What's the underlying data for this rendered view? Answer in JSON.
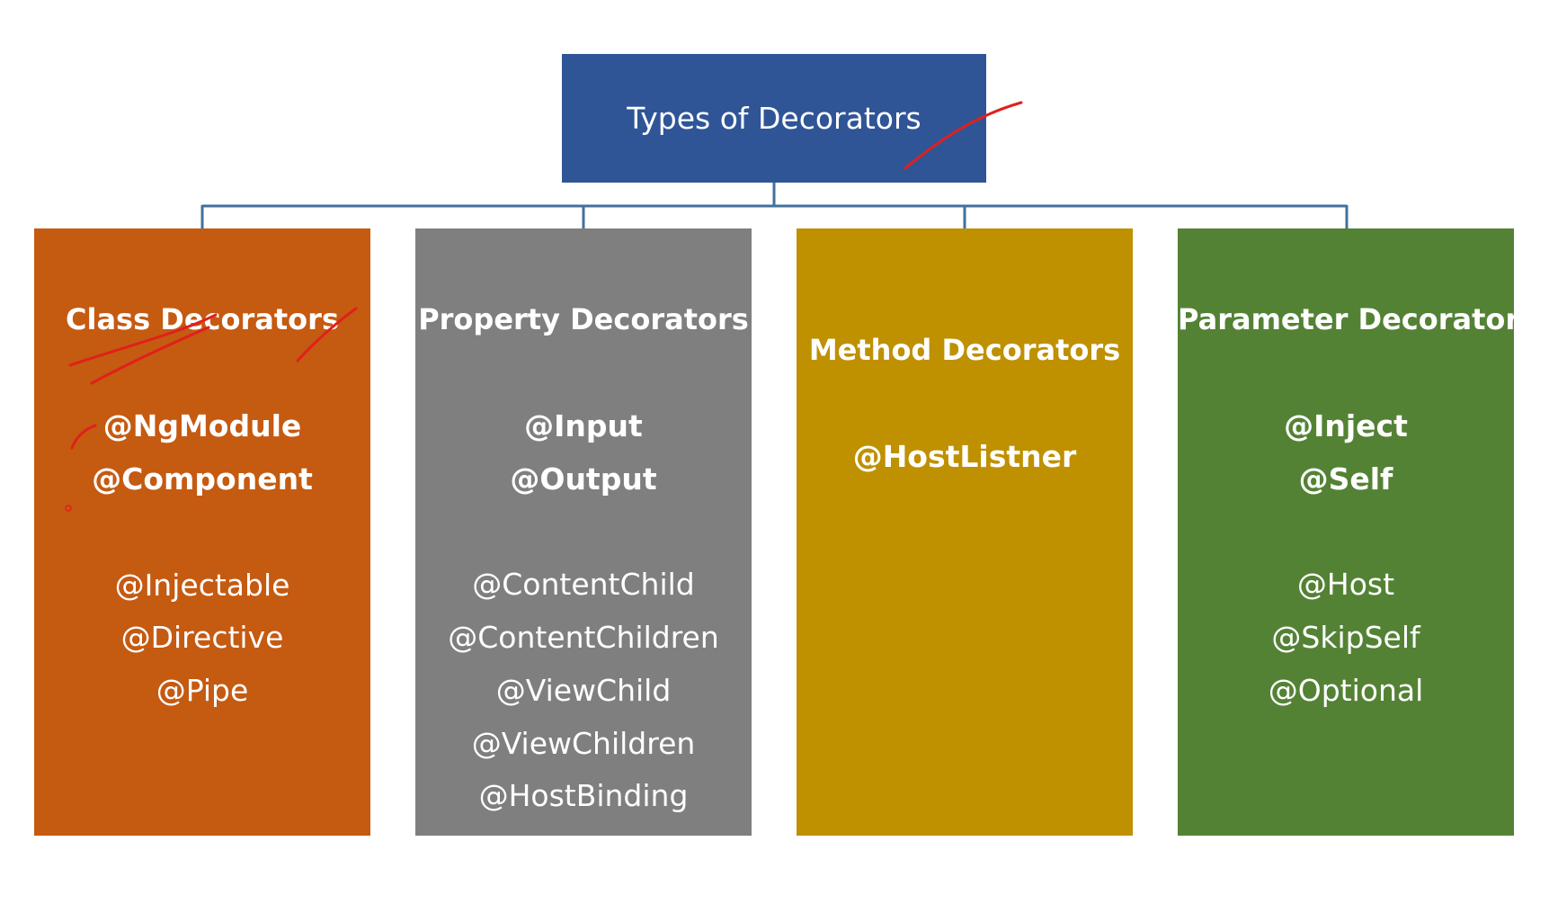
{
  "root": {
    "label": "Types of Decorators"
  },
  "columns": [
    {
      "title": "Class Decorators",
      "color": "#c55a11",
      "primary": [
        "@NgModule",
        "@Component"
      ],
      "secondary": [
        "@Injectable",
        "@Directive",
        "@Pipe"
      ]
    },
    {
      "title": "Property Decorators",
      "color": "#7f7f7f",
      "primary": [
        "@Input",
        "@Output"
      ],
      "secondary": [
        "@ContentChild",
        "@ContentChildren",
        "@ViewChild",
        "@ViewChildren",
        "@HostBinding"
      ]
    },
    {
      "title": "Method Decorators",
      "color": "#bf9000",
      "primary": [
        "@HostListner"
      ],
      "secondary": []
    },
    {
      "title": "Parameter Decorators",
      "color": "#548235",
      "primary": [
        "@Inject",
        "@Self"
      ],
      "secondary": [
        "@Host",
        "@SkipSelf",
        "@Optional"
      ]
    }
  ],
  "colors": {
    "root": "#2f5597",
    "connector": "#41719c",
    "annotation": "#e0201b"
  }
}
